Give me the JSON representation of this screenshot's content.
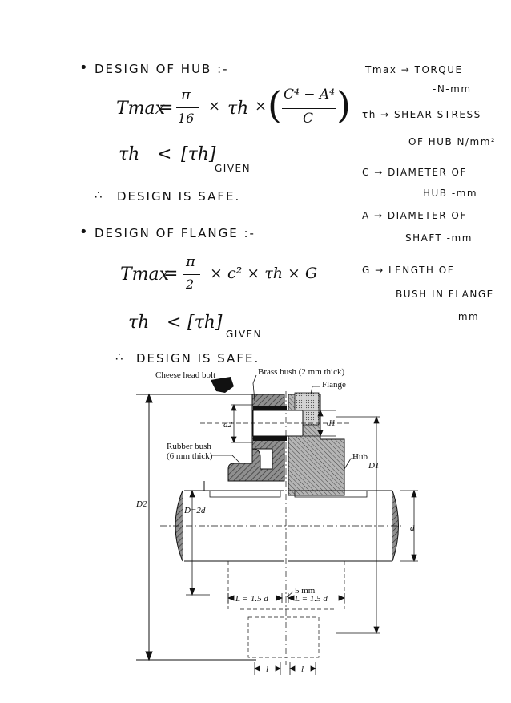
{
  "notes": {
    "heading_hub": "DESIGN OF HUB :-",
    "tau_hub_sym": "τh",
    "lt": "<",
    "tau_limit": "[τh]",
    "given": "GIVEN",
    "therefore": "∴",
    "conclusion1": "DESIGN IS SAFE.",
    "heading_flange": "DESIGN OF FLANGE :-",
    "conclusion2": "DESIGN IS SAFE."
  },
  "equations": {
    "tmax": "Tmax",
    "eq1_eq": "=",
    "eq1_pi": "π",
    "eq1_16": "16",
    "eq1_times1": "×",
    "eq1_times2": "×",
    "eq1_num": "C⁴ − A⁴",
    "eq1_den": "C",
    "eq2_eq": "=",
    "eq2_pi": "π",
    "eq2_2": "2",
    "eq2_rest": "× c² × τh × G"
  },
  "legend": {
    "tmax_line1": "Tmax → TORQUE",
    "tmax_line2": "-N-mm",
    "tau_line1": "τh → SHEAR STRESS",
    "tau_line2": "OF HUB N/mm²",
    "c_line1": "C → DIAMETER OF",
    "c_line2": "HUB -mm",
    "a_line1": "A → DIAMETER OF",
    "a_line2": "SHAFT -mm",
    "g_line1": "G → LENGTH OF",
    "g_line2": "BUSH IN FLANGE",
    "g_line3": "-mm"
  },
  "diagram": {
    "cheese_head_bolt": "Cheese head bolt",
    "brass_bush": "Brass bush (2 mm thick)",
    "flange": "Flange",
    "rubber_bush_1": "Rubber bush",
    "rubber_bush_2": "(6 mm thick)",
    "hub": "Hub",
    "d2": "d2",
    "d1": "d1",
    "D1": "D1",
    "D2": "D2",
    "D_eq": "D=2d",
    "d": "d",
    "gap": "5 mm",
    "L_left": "L = 1.5 d",
    "L_right": "L = 1.5 d",
    "l_left": "l",
    "l_right": "l"
  }
}
